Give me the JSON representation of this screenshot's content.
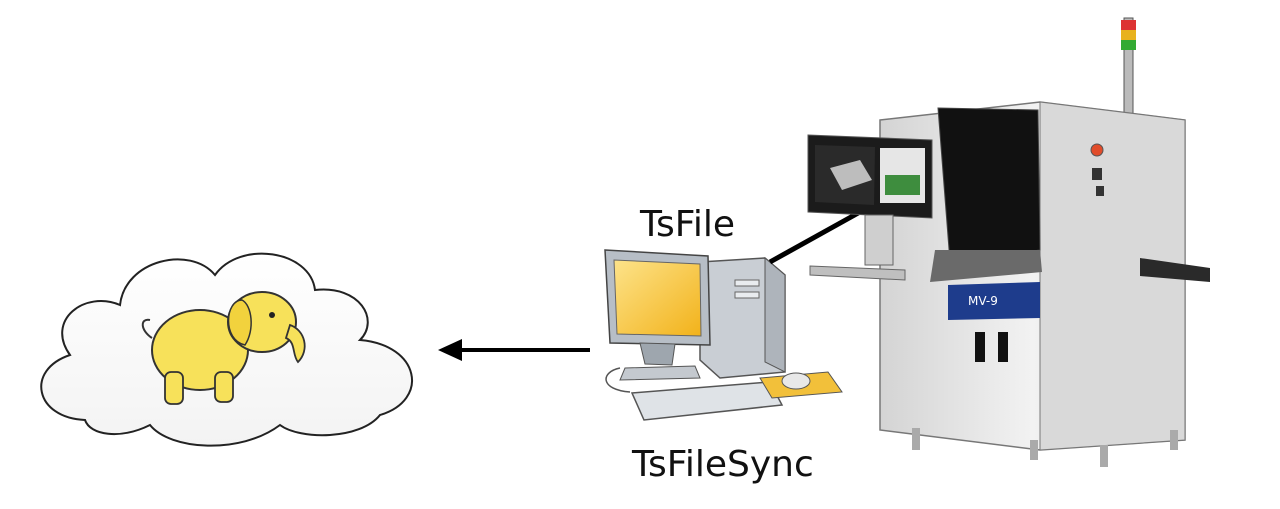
{
  "labels": {
    "top": "TsFile",
    "bottom": "TsFileSync"
  },
  "machine": {
    "badge_text": "MV-9"
  },
  "icons": {
    "cloud": "cloud-icon",
    "elephant": "hadoop-elephant-icon",
    "arrow": "arrow-left-icon",
    "computer": "desktop-computer-icon",
    "machine": "inspection-machine-icon"
  },
  "colors": {
    "elephant": "#f7e15a",
    "monitor_screen": "#f6c12a",
    "machine_body": "#e6e6e6",
    "badge": "#1e3c8c",
    "arrow": "#000000"
  }
}
